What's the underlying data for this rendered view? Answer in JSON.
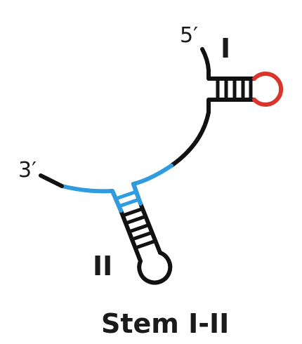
{
  "labels": {
    "five_prime": "5′",
    "three_prime": "3′",
    "stem_one": "I",
    "stem_two": "II",
    "title": "Stem I-II"
  },
  "colors": {
    "backbone": "#111111",
    "loop_one": "#d9352b",
    "highlight": "#2f9be0"
  }
}
